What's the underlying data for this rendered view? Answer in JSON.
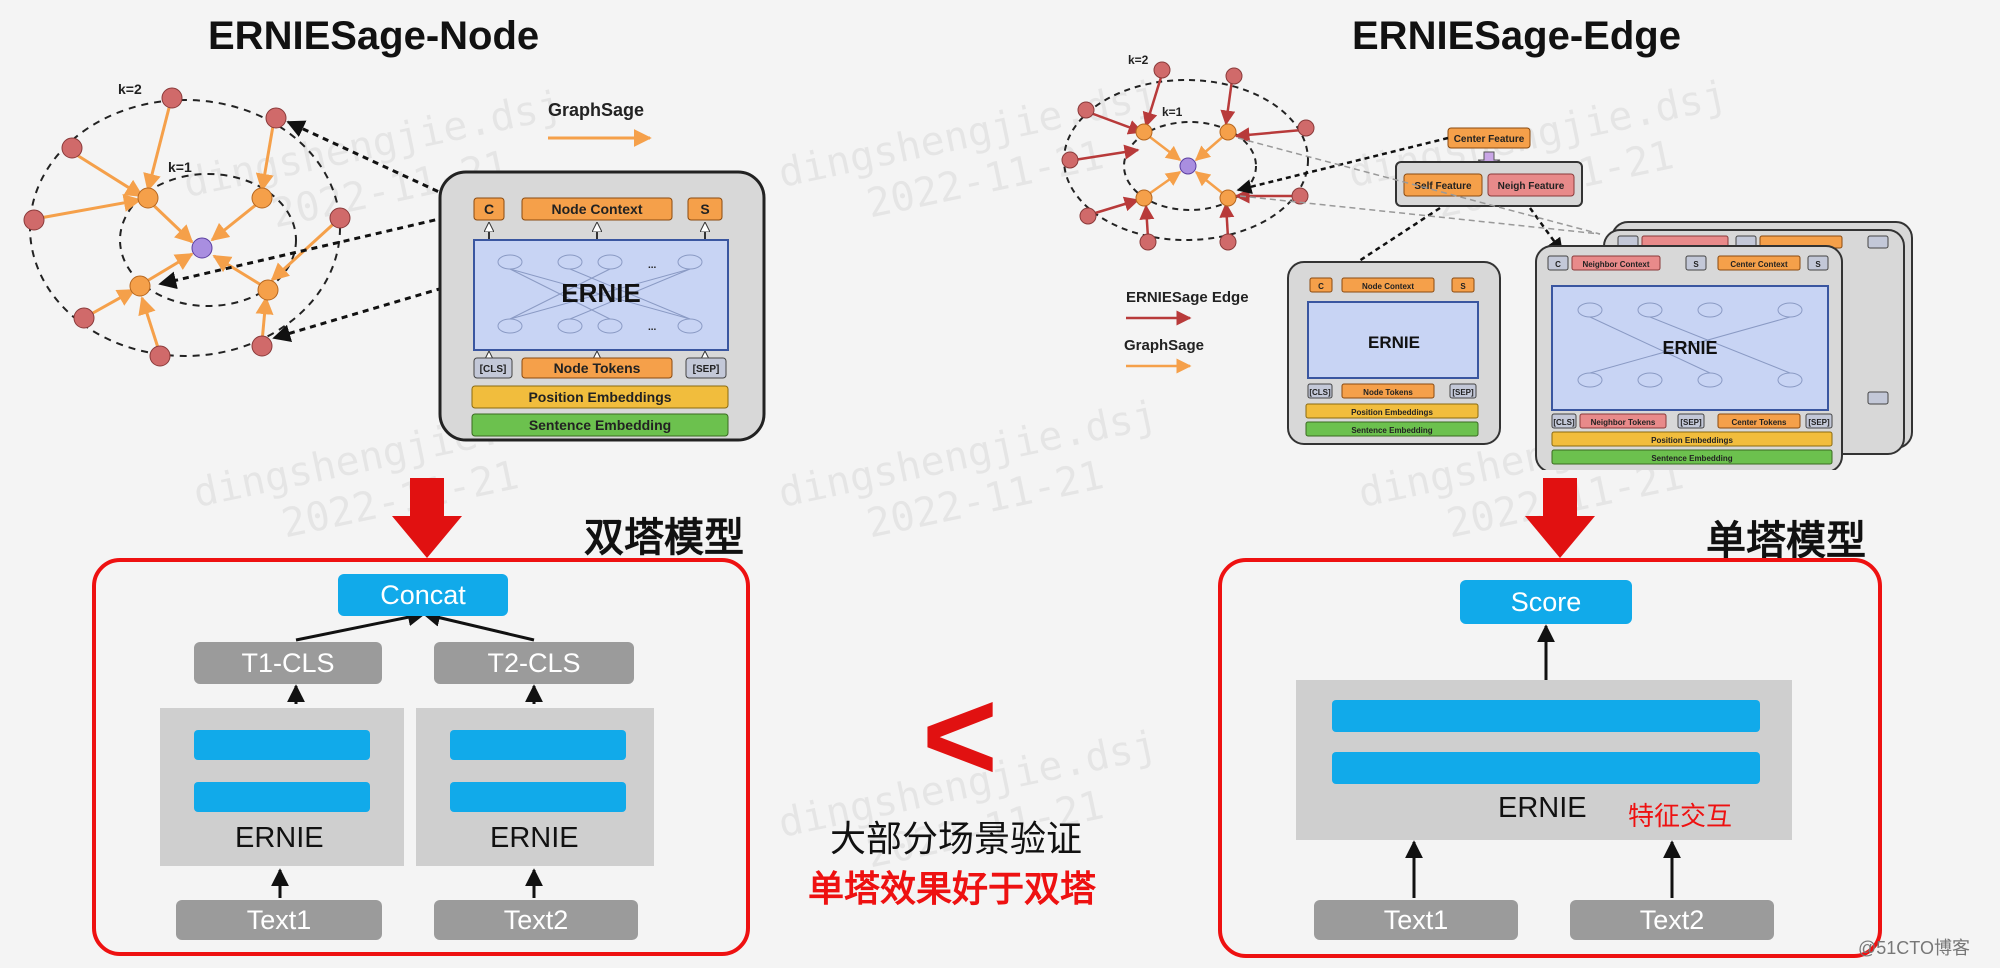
{
  "left": {
    "title": "ERNIESage-Node",
    "k2": "k=2",
    "k1": "k=1",
    "graphsage": "GraphSage",
    "block": {
      "c": "C",
      "node_context": "Node Context",
      "s": "S",
      "ernie": "ERNIE",
      "dots": "...",
      "cls": "[CLS]",
      "node_tokens": "Node Tokens",
      "sep": "[SEP]",
      "position_embeddings": "Position Embeddings",
      "sentence_embedding": "Sentence Embedding"
    },
    "model_label": "双塔模型",
    "model": {
      "concat": "Concat",
      "t1_cls": "T1-CLS",
      "t2_cls": "T2-CLS",
      "ernie1": "ERNIE",
      "ernie2": "ERNIE",
      "text1": "Text1",
      "text2": "Text2"
    }
  },
  "right": {
    "title": "ERNIESage-Edge",
    "k2": "k=2",
    "k1": "k=1",
    "legend_edge": "ERNIESage Edge",
    "legend_graphsage": "GraphSage",
    "center_feature": "Center Feature",
    "self_feature": "Self Feature",
    "neigh_feature": "Neigh Feature",
    "small_block": {
      "c": "C",
      "node_context": "Node Context",
      "s": "S",
      "ernie": "ERNIE",
      "cls": "[CLS]",
      "node_tokens": "Node Tokens",
      "sep": "[SEP]",
      "position_embeddings": "Position Embeddings",
      "sentence_embedding": "Sentence Embedding"
    },
    "big_block": {
      "c": "C",
      "neighbor_context": "Neighbor Context",
      "s1": "S",
      "center_context": "Center Context",
      "s2": "S",
      "ernie": "ERNIE",
      "cls": "[CLS]",
      "neighbor_tokens": "Neighbor Tokens",
      "sep1": "[SEP]",
      "center_tokens": "Center Tokens",
      "sep2": "[SEP]",
      "position_embeddings": "Position Embeddings",
      "sentence_embedding": "Sentence Embedding"
    },
    "model_label": "单塔模型",
    "model": {
      "score": "Score",
      "ernie": "ERNIE",
      "interaction": "特征交互",
      "text1": "Text1",
      "text2": "Text2"
    }
  },
  "middle": {
    "less_than": "<",
    "line1": "大部分场景验证",
    "line2": "单塔效果好于双塔"
  },
  "watermark": {
    "line1": "dingshengjie.dsj",
    "line2": "2022-11-21"
  },
  "footer": "@51CTO博客",
  "colors": {
    "red": "#e11111",
    "blue": "#11aaea",
    "gray": "#9b9b9b",
    "orange": "#f5a04a",
    "node_fill": "#d06a6a",
    "purple": "#a98ee0"
  }
}
